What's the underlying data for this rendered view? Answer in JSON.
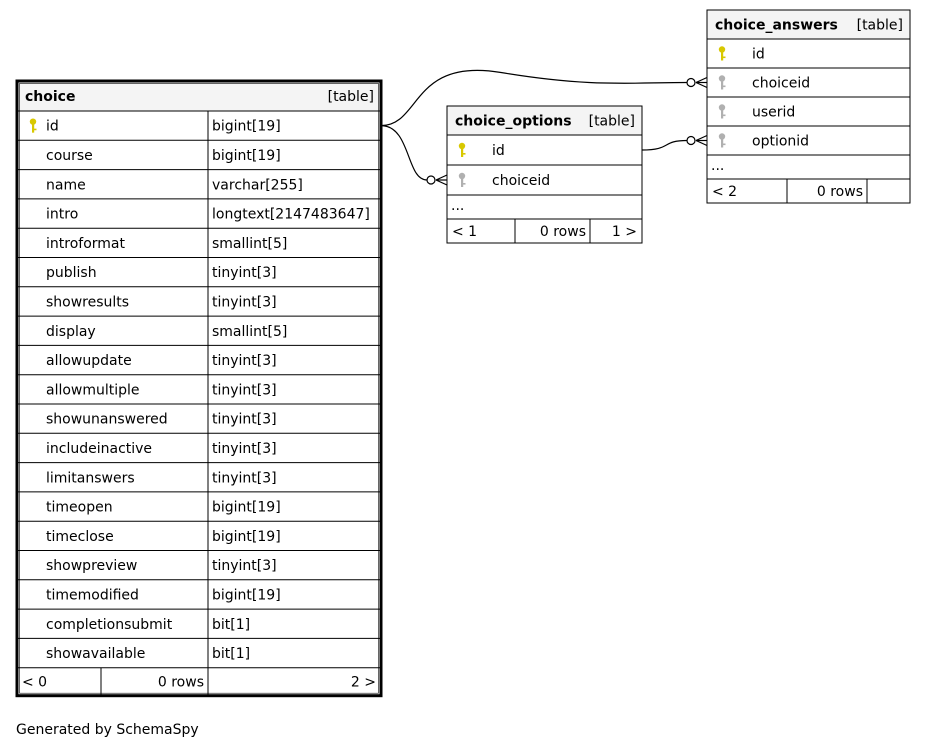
{
  "footer": "Generated by SchemaSpy",
  "colors": {
    "primary_key": "#d8c800",
    "foreign_key": "#b0b0b0",
    "header_bg": "#f4f4f4"
  },
  "tables": {
    "choice": {
      "name": "choice",
      "kind": "[table]",
      "columns": [
        {
          "name": "id",
          "type": "bigint[19]",
          "key": "primary"
        },
        {
          "name": "course",
          "type": "bigint[19]",
          "key": ""
        },
        {
          "name": "name",
          "type": "varchar[255]",
          "key": ""
        },
        {
          "name": "intro",
          "type": "longtext[2147483647]",
          "key": ""
        },
        {
          "name": "introformat",
          "type": "smallint[5]",
          "key": ""
        },
        {
          "name": "publish",
          "type": "tinyint[3]",
          "key": ""
        },
        {
          "name": "showresults",
          "type": "tinyint[3]",
          "key": ""
        },
        {
          "name": "display",
          "type": "smallint[5]",
          "key": ""
        },
        {
          "name": "allowupdate",
          "type": "tinyint[3]",
          "key": ""
        },
        {
          "name": "allowmultiple",
          "type": "tinyint[3]",
          "key": ""
        },
        {
          "name": "showunanswered",
          "type": "tinyint[3]",
          "key": ""
        },
        {
          "name": "includeinactive",
          "type": "tinyint[3]",
          "key": ""
        },
        {
          "name": "limitanswers",
          "type": "tinyint[3]",
          "key": ""
        },
        {
          "name": "timeopen",
          "type": "bigint[19]",
          "key": ""
        },
        {
          "name": "timeclose",
          "type": "bigint[19]",
          "key": ""
        },
        {
          "name": "showpreview",
          "type": "tinyint[3]",
          "key": ""
        },
        {
          "name": "timemodified",
          "type": "bigint[19]",
          "key": ""
        },
        {
          "name": "completionsubmit",
          "type": "bit[1]",
          "key": ""
        },
        {
          "name": "showavailable",
          "type": "bit[1]",
          "key": ""
        }
      ],
      "footer": {
        "parents": "< 0",
        "rows": "0 rows",
        "children": "2 >"
      }
    },
    "choice_options": {
      "name": "choice_options",
      "kind": "[table]",
      "columns": [
        {
          "name": "id",
          "key": "primary"
        },
        {
          "name": "choiceid",
          "key": "foreign"
        }
      ],
      "ellipsis": "...",
      "footer": {
        "parents": "< 1",
        "rows": "0 rows",
        "children": "1 >"
      }
    },
    "choice_answers": {
      "name": "choice_answers",
      "kind": "[table]",
      "columns": [
        {
          "name": "id",
          "key": "primary"
        },
        {
          "name": "choiceid",
          "key": "foreign"
        },
        {
          "name": "userid",
          "key": "foreign"
        },
        {
          "name": "optionid",
          "key": "foreign"
        }
      ],
      "ellipsis": "...",
      "footer": {
        "parents": "< 2",
        "rows": "0 rows",
        "children": ""
      }
    }
  },
  "relationships": [
    {
      "from": "choice.id",
      "to": "choice_options.choiceid"
    },
    {
      "from": "choice.id",
      "to": "choice_answers.choiceid"
    },
    {
      "from": "choice_options.id",
      "to": "choice_answers.optionid"
    }
  ]
}
